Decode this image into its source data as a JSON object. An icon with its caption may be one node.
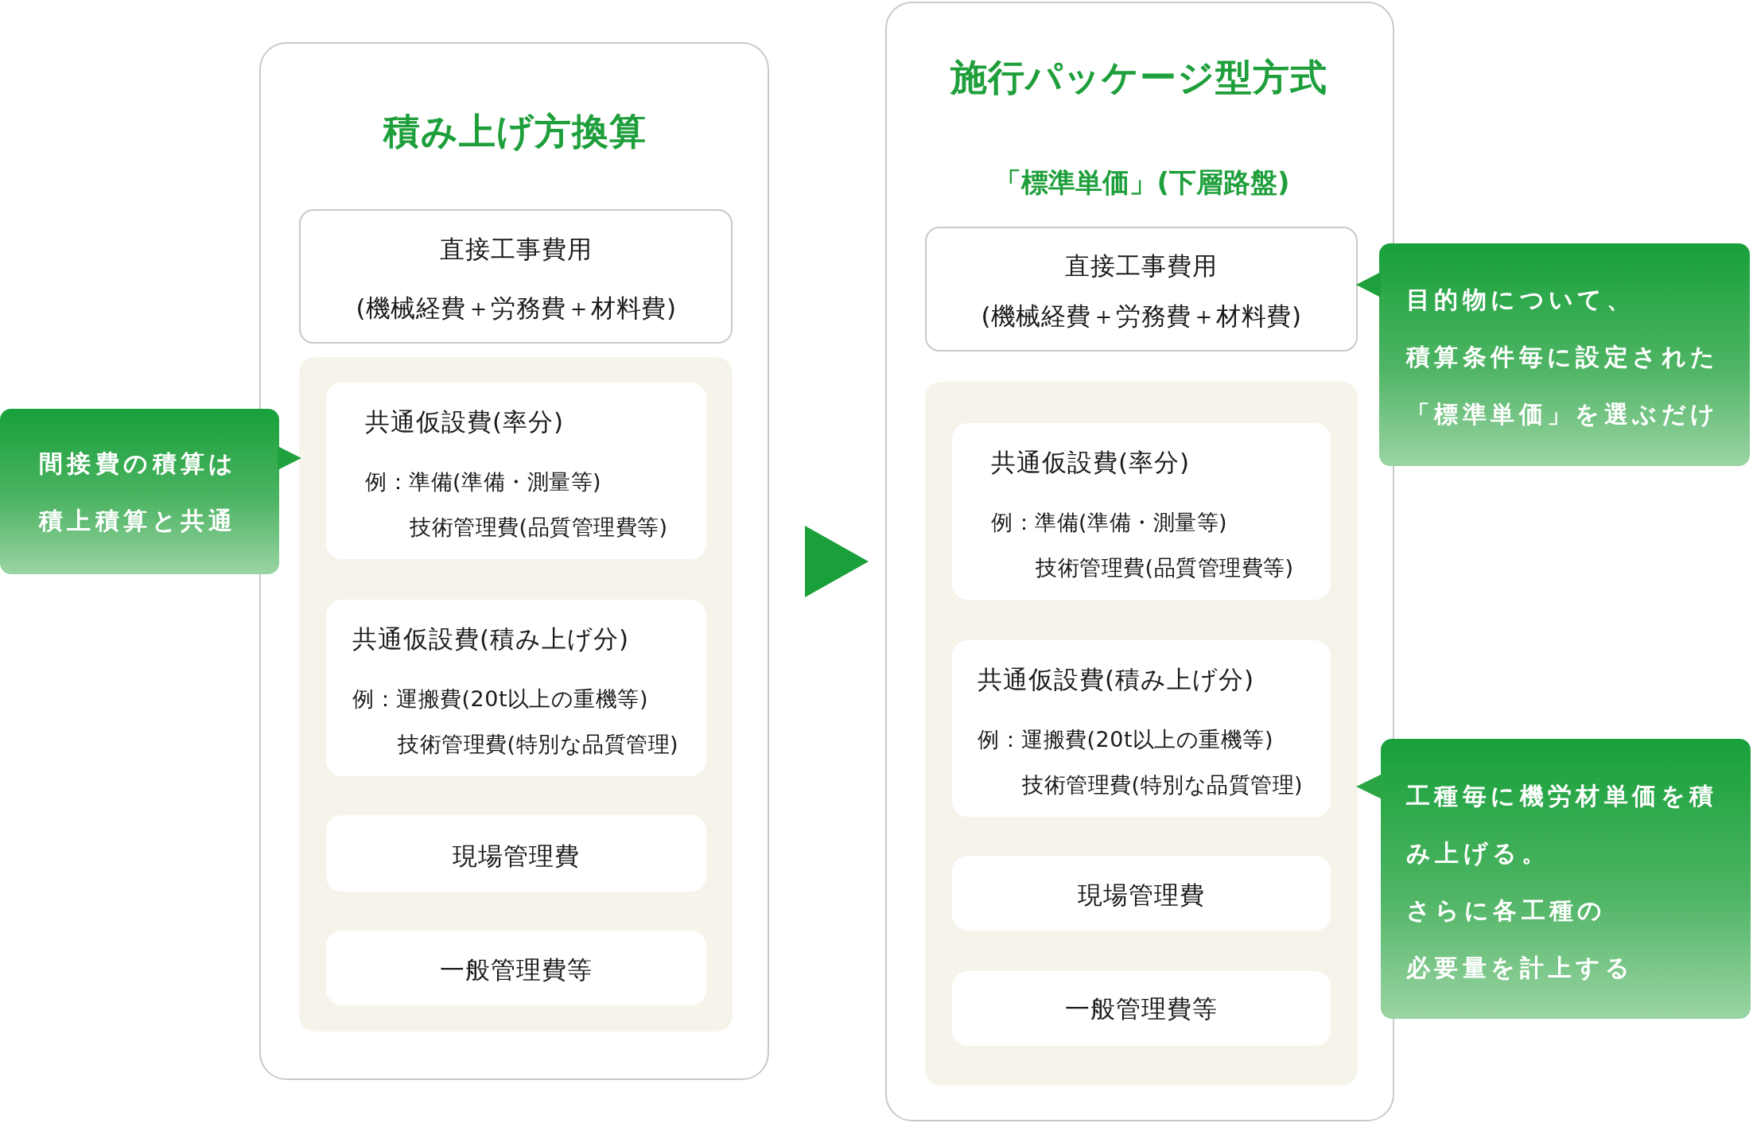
{
  "diagram": {
    "nodes": [
      {
        "text": [
          "積み上げ方換算"
        ]
      },
      {
        "text": [
          "直接工事費用",
          "(機械経費＋労務費＋材料費)"
        ],
        "in": 0
      },
      {
        "text": [],
        "shape": "box",
        "in": 0
      },
      {
        "text": [
          "共通仮設費(率分)",
          "例：準備(準備・測量等)",
          "技術管理費(品質管理費等)"
        ],
        "in": 2
      },
      {
        "text": [
          "共通仮設費(積み上げ分)",
          "例：運搬費(20t以上の重機等)",
          "技術管理費(特別な品質管理)"
        ],
        "in": 2
      },
      {
        "text": [
          "現場管理費"
        ],
        "in": 2
      },
      {
        "text": [
          "一般管理費等"
        ],
        "in": 2
      },
      {
        "text": [
          "施行パッケージ型方式",
          "「標準単価」(下層路盤)"
        ]
      },
      {
        "text": [
          "直接工事費用",
          "(機械経費＋労務費＋材料費)"
        ],
        "in": 7
      },
      {
        "text": [],
        "shape": "box",
        "in": 7
      },
      {
        "text": [
          "共通仮設費(率分)",
          "例：準備(準備・測量等)",
          "技術管理費(品質管理費等)"
        ],
        "in": 9
      },
      {
        "text": [
          "共通仮設費(積み上げ分)",
          "例：運搬費(20t以上の重機等)",
          "技術管理費(特別な品質管理)"
        ],
        "in": 9
      },
      {
        "text": [
          "現場管理費"
        ],
        "in": 9
      },
      {
        "text": [
          "一般管理費等"
        ],
        "in": 9
      },
      {
        "text": [
          "間接費の積算は積上積算と共通"
        ]
      },
      {
        "text": [
          "目的物について、",
          "積算条件毎に設定された",
          "「標準単価」を選ぶだけ"
        ]
      },
      {
        "text": [
          "工種毎に機労材単価を積み上げる。",
          "さらに各工種の",
          "必要量を計上する"
        ]
      }
    ],
    "edges": [
      {
        "from": 0,
        "to": 7,
        "arrow": "to"
      },
      {
        "from": 14,
        "to": 2,
        "arrow": "to"
      },
      {
        "from": 15,
        "to": 8,
        "arrow": "to"
      },
      {
        "from": 16,
        "to": 9,
        "arrow": "to"
      }
    ]
  }
}
